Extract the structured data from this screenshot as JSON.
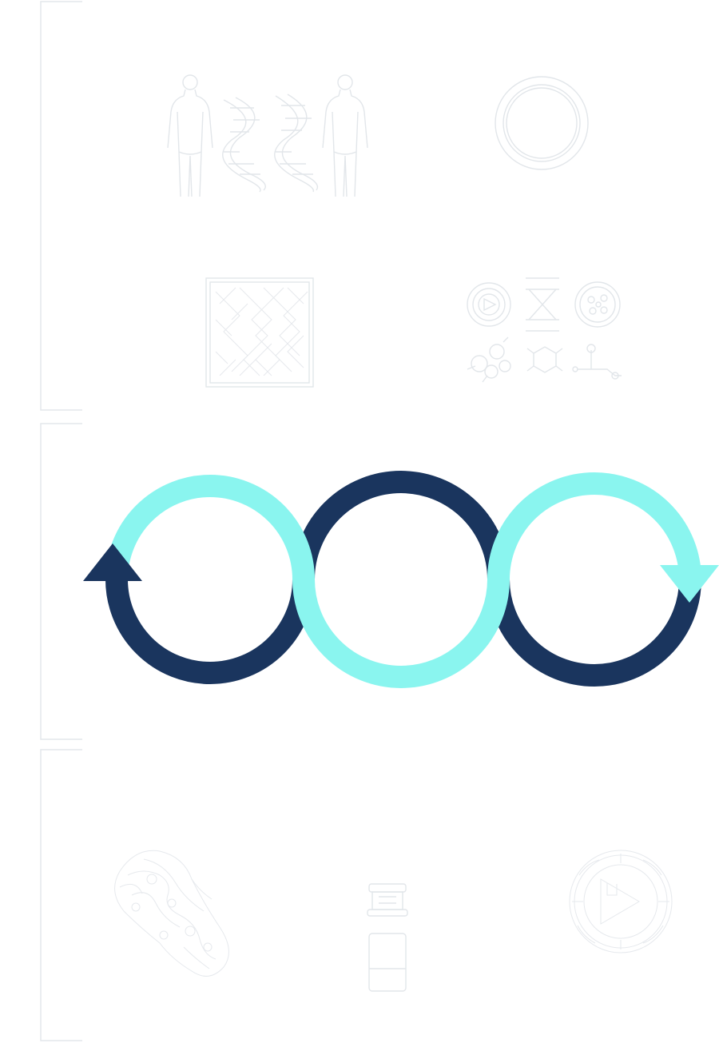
{
  "colors": {
    "navy": "#1a355e",
    "cyan": "#8af5ef",
    "ghost": "#e2e6ea",
    "background": "#ffffff"
  },
  "icons": {
    "top_section": [
      "human-dna-icon",
      "ring-icon",
      "maze-pattern-icon",
      "molecule-grid-icon"
    ],
    "bottom_section": [
      "protein-structure-icon",
      "vial-icon",
      "circular-molecule-icon"
    ]
  },
  "cycle": {
    "loops": 3,
    "arrows": [
      "left-arrow-up",
      "right-arrow-down"
    ]
  }
}
